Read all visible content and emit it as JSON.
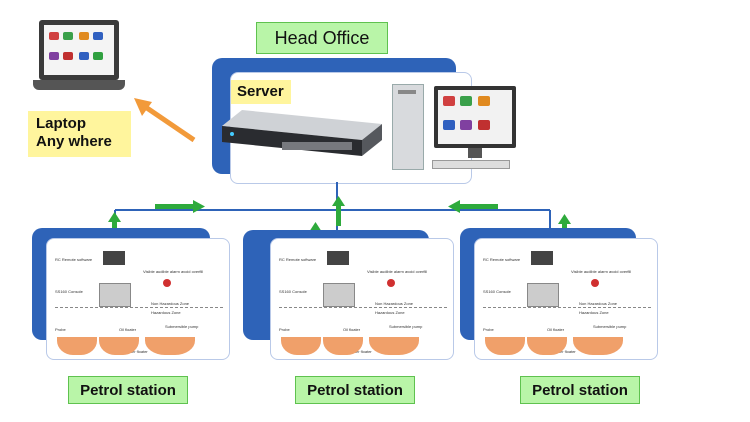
{
  "head_office": {
    "title": "Head Office",
    "server_label": "Server"
  },
  "laptop": {
    "line1": "Laptop",
    "line2": "Any where"
  },
  "stations": [
    {
      "label": "Petrol station"
    },
    {
      "label": "Petrol station"
    },
    {
      "label": "Petrol station"
    }
  ],
  "station_detail": {
    "software": "RC Remote software",
    "console": "SS160 Console",
    "alarm": "Visible audible alarm avoid overfill",
    "non_hazard": "Non Hazardous Zone",
    "hazard": "Hazardous Zone",
    "probe": "Probe",
    "oil_floater": "Oil floater",
    "water_floater": "Water floater",
    "pump": "Submersible pump"
  },
  "colors": {
    "accent_blue": "#2e63b8",
    "label_green": "#b9f5a8",
    "label_yellow": "#fff59d",
    "arrow_green": "#2eaa3c",
    "arrow_orange": "#f29a3a",
    "tank_orange": "#f0a06a"
  }
}
